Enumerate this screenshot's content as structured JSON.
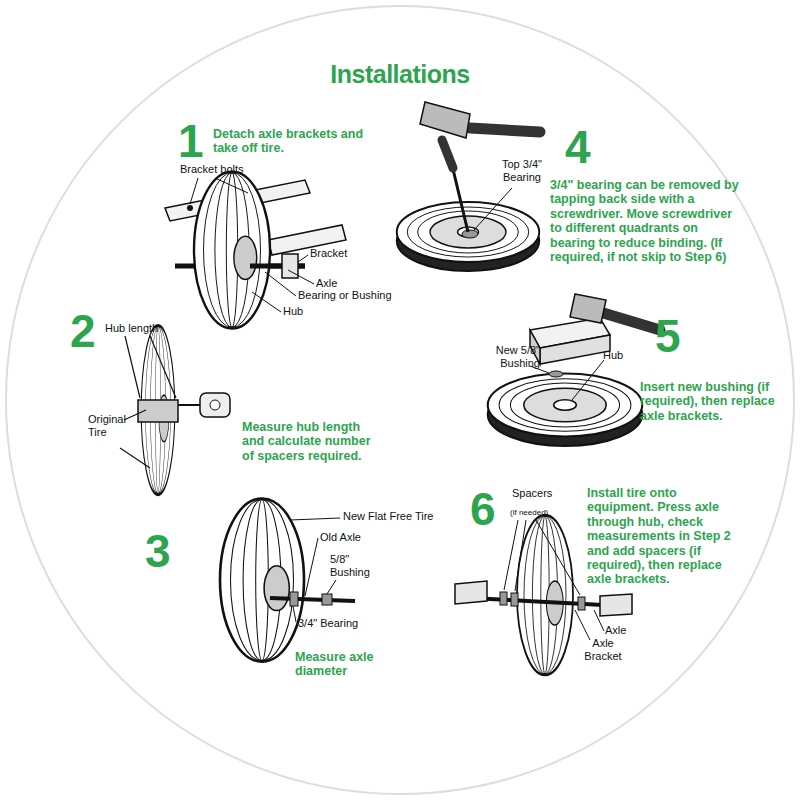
{
  "diagram": {
    "title": "Installations",
    "labels": [
      "1",
      "Detach axle brackets and take off tire.",
      "Bracket bolts",
      "Bracket",
      "Axle",
      "Bearing or Bushing",
      "Hub",
      "4",
      "Top 3/4\" Bearing",
      "3/4\" bearing can be removed by tapping back side with a screwdriver. Move screwdriver to different quadrants on bearing to reduce binding. (If required, if not skip to Step 6)",
      "2",
      "Hub length",
      "Original Tire",
      "Measure hub length and calculate number of spacers required.",
      "5",
      "New 5/8\" Bushing",
      "Hub",
      "Insert new bushing (if required), then replace axle brackets.",
      "3",
      "New Flat Free Tire",
      "Old Axle",
      "5/8\" Bushing",
      "3/4\" Bearing",
      "Measure axle diameter",
      "6",
      "Spacers",
      "(if needed)",
      "Install tire onto equipment. Press axle through hub, check measurements in Step 2 and add spacers (if required), then replace axle brackets.",
      "Axle",
      "Axle Bracket"
    ]
  }
}
